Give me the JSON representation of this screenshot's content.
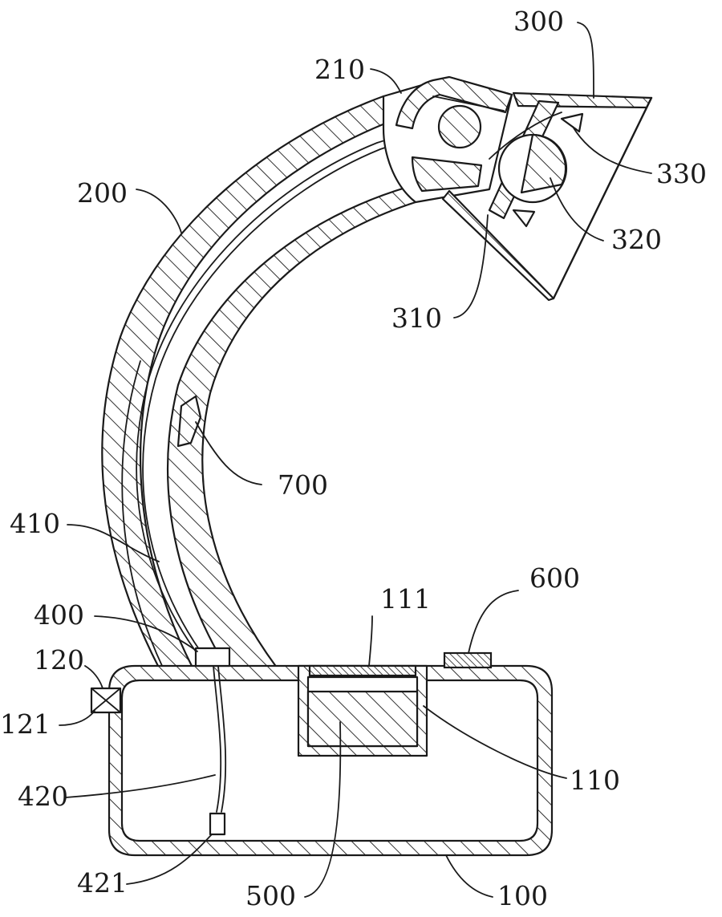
{
  "labels": {
    "l100": "100",
    "l110": "110",
    "l111": "111",
    "l120": "120",
    "l121": "121",
    "l200": "200",
    "l210": "210",
    "l300": "300",
    "l310": "310",
    "l320": "320",
    "l330": "330",
    "l400": "400",
    "l410": "410",
    "l420": "420",
    "l421": "421",
    "l500": "500",
    "l600": "600",
    "l700": "700"
  },
  "colors": {
    "ink": "#1a1a1a",
    "paper": "#ffffff"
  }
}
